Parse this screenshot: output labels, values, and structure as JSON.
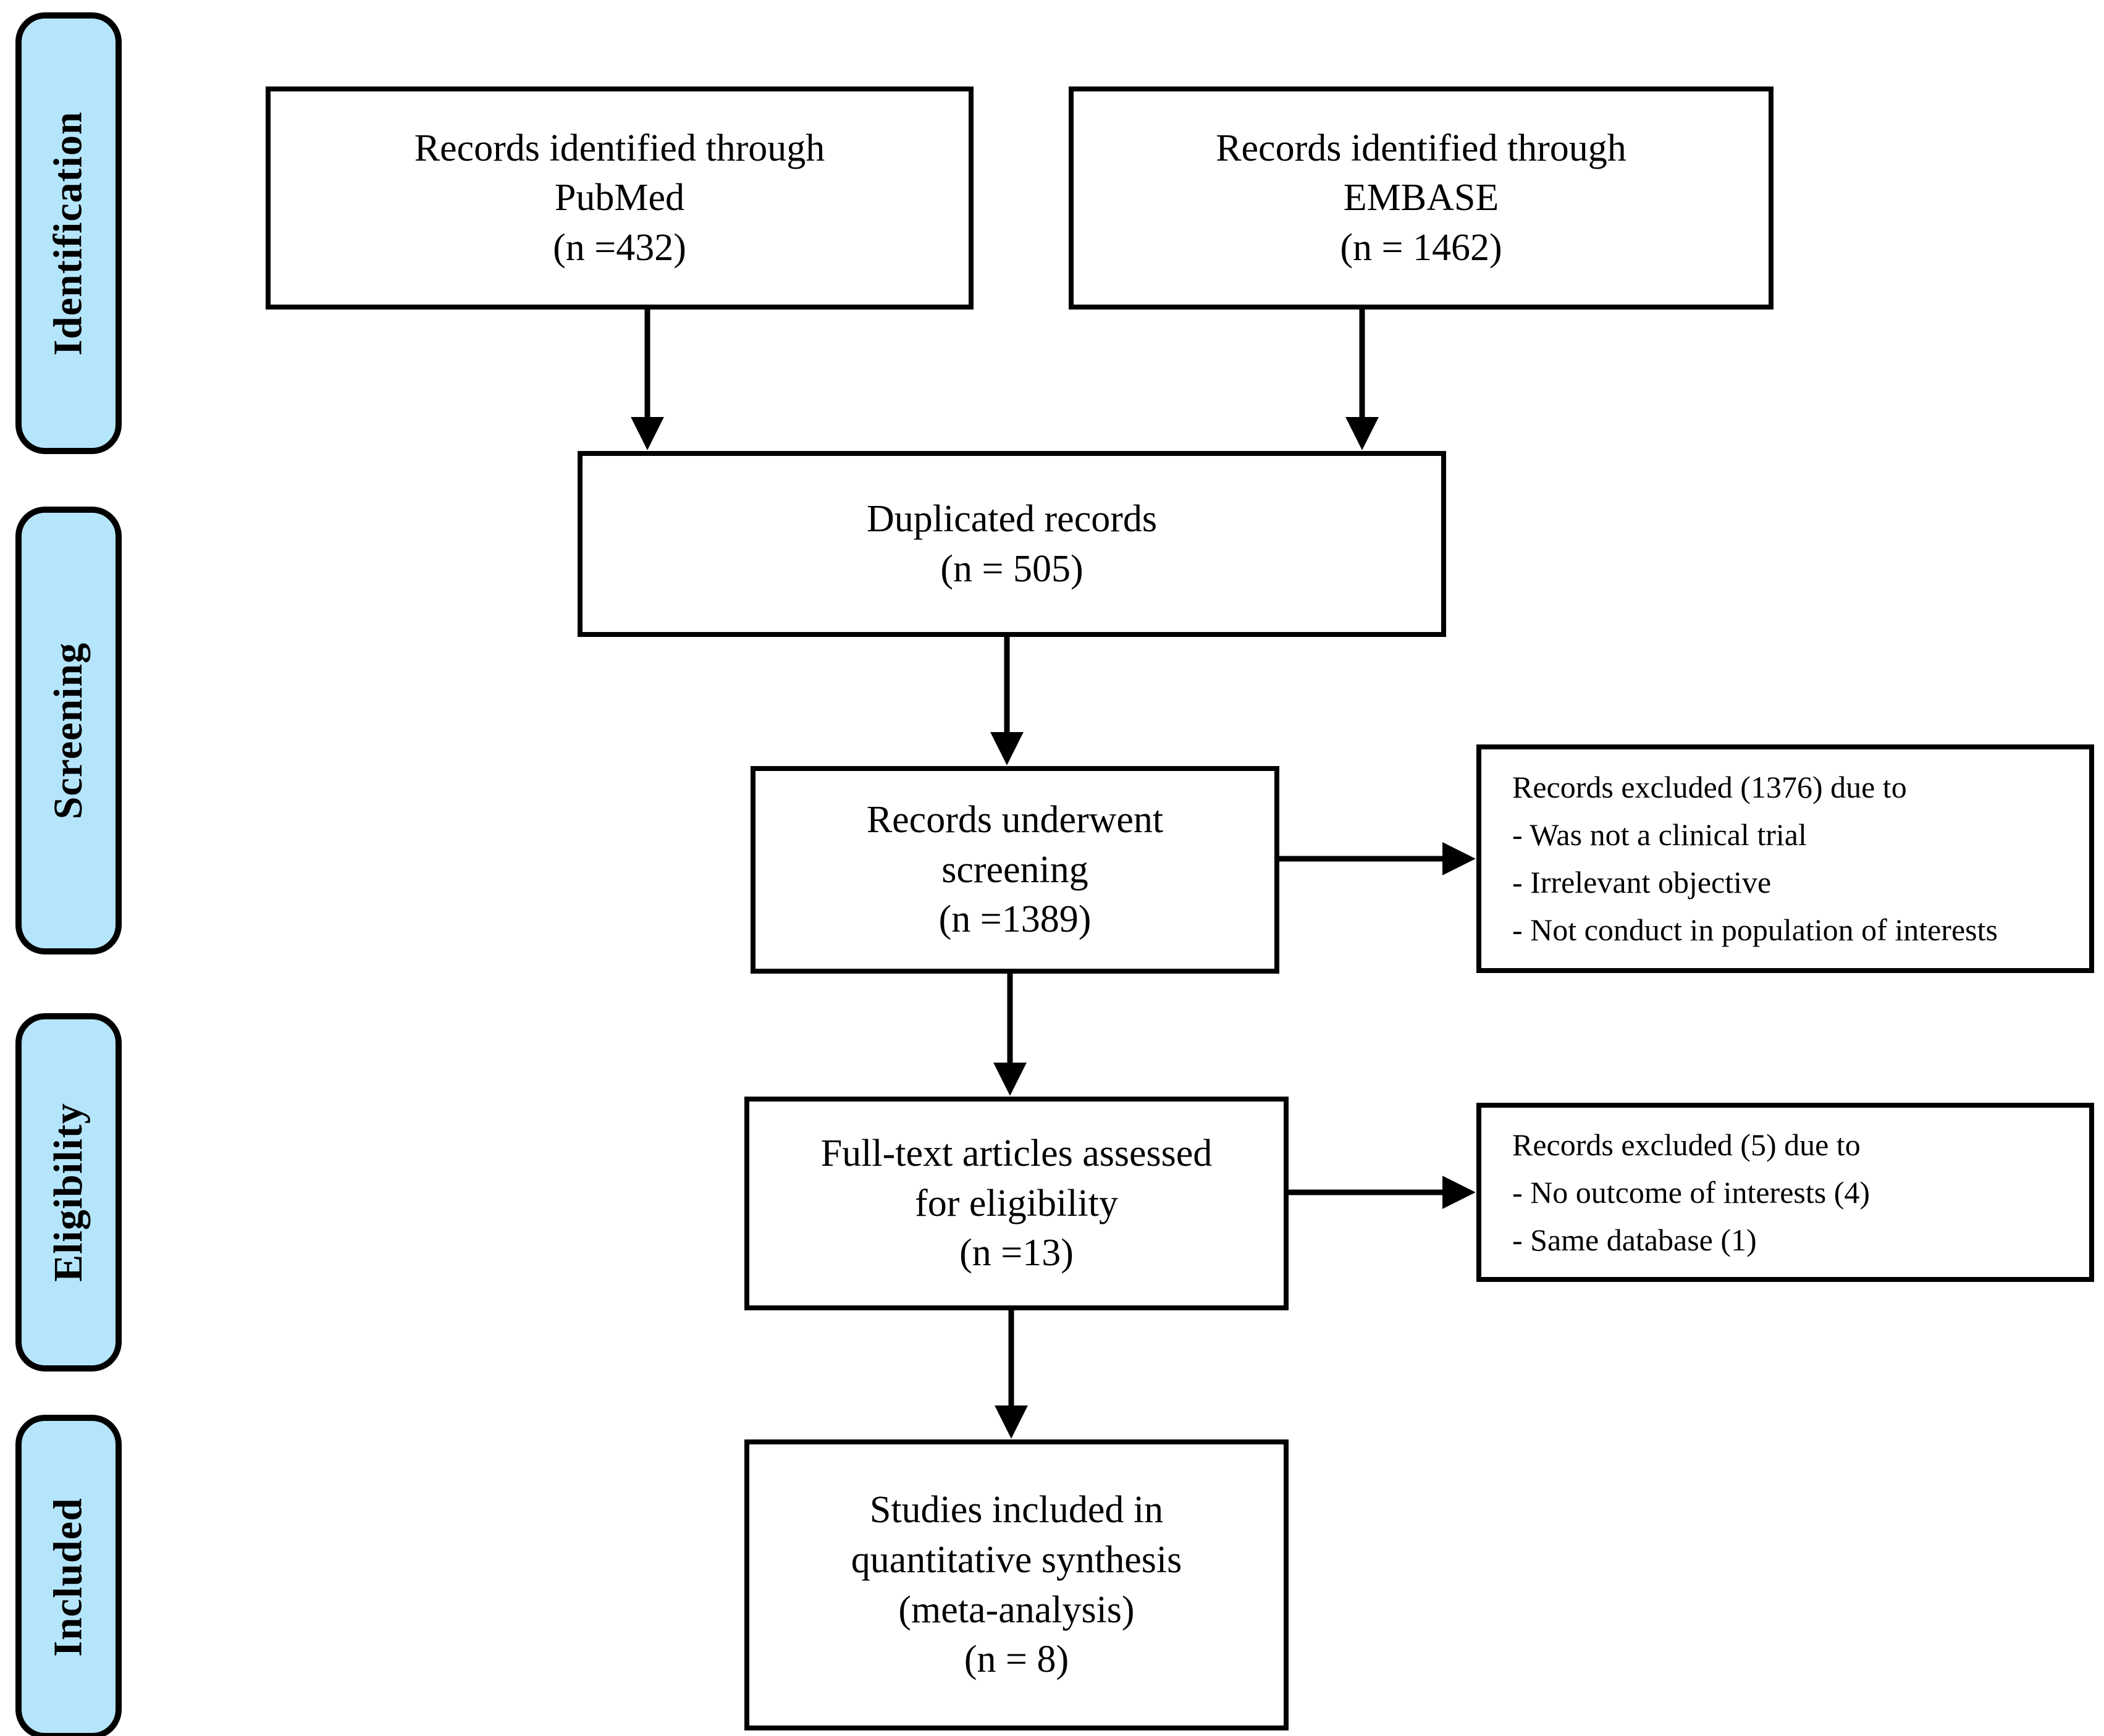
{
  "diagram": {
    "stages": [
      {
        "label": "Identification"
      },
      {
        "label": "Screening"
      },
      {
        "label": "Eligibility"
      },
      {
        "label": "Included"
      }
    ],
    "boxes": {
      "pubmed": {
        "lines": [
          "Records identified through",
          "PubMed",
          "(n =432)"
        ]
      },
      "embase": {
        "lines": [
          "Records identified through",
          "EMBASE",
          "(n = 1462)"
        ]
      },
      "duplicated": {
        "lines": [
          "Duplicated records",
          "(n = 505)"
        ]
      },
      "screening": {
        "lines": [
          "Records underwent",
          "screening",
          "(n =1389)"
        ]
      },
      "excluded_screening": {
        "lines": [
          "Records excluded (1376) due to",
          "- Was not a clinical trial",
          "- Irrelevant objective",
          "- Not conduct in population of interests"
        ]
      },
      "fulltext": {
        "lines": [
          "Full-text articles assessed",
          "for eligibility",
          "(n =13)"
        ]
      },
      "excluded_eligibility": {
        "lines": [
          "Records excluded (5) due to",
          "- No outcome of interests (4)",
          "- Same database (1)"
        ]
      },
      "included": {
        "lines": [
          "Studies included in",
          "quantitative synthesis",
          "(meta-analysis)",
          "(n = 8)"
        ]
      }
    }
  },
  "colors": {
    "stage_fill": "#b5e5fa",
    "line_color": "#000000",
    "bg": "#ffffff"
  }
}
